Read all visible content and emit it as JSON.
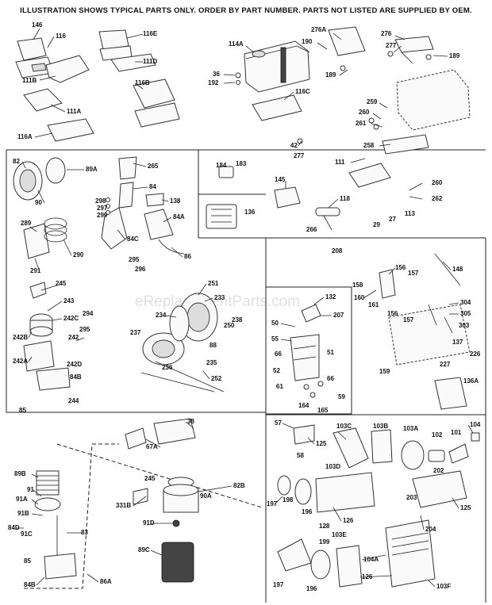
{
  "header": {
    "notice": "ILLUSTRATION SHOWS TYPICAL PARTS ONLY. ORDER BY PART NUMBER. PARTS NOT LISTED ARE SUPPLIED BY OEM."
  },
  "watermark": "eReplacementParts.com",
  "callouts": {
    "p146": "146",
    "p116": "116",
    "p116e": "116E",
    "p111d": "111D",
    "p111b": "111B",
    "p116b": "116B",
    "p111a": "111A",
    "p116a": "116A",
    "p114a": "114A",
    "p36": "36",
    "p192": "192",
    "p116c": "116C",
    "p42": "42",
    "p277a": "277",
    "p276a": "276A",
    "p190": "190",
    "p189a": "189",
    "p276": "276",
    "p277b": "277",
    "p189b": "189",
    "p259": "259",
    "p260a": "260",
    "p261": "261",
    "p258": "258",
    "p111": "111",
    "p82": "82",
    "p89a": "89A",
    "p90": "90",
    "p265": "265",
    "p84": "84",
    "p298": "298",
    "p297": "297",
    "p299": "299",
    "p138": "138",
    "p84a": "84A",
    "p289": "289",
    "p290": "290",
    "p291": "291",
    "p84c": "84C",
    "p86": "86",
    "p295": "295",
    "p296": "296",
    "p184": "184",
    "p183": "183",
    "p136": "136",
    "p145": "145",
    "p118": "118",
    "p266": "266",
    "p29": "29",
    "p27": "27",
    "p113": "113",
    "p260b": "260",
    "p262": "262",
    "p245a": "245",
    "p243": "243",
    "p242c": "242C",
    "p294": "294",
    "p295b": "295",
    "p242b": "242B",
    "p242": "242",
    "p242a": "242A",
    "p242d": "242D",
    "p84b": "84B",
    "p85a": "85",
    "p244": "244",
    "p251": "251",
    "p233": "233",
    "p234": "234",
    "p238": "238",
    "p250": "250",
    "p237": "237",
    "p88": "88",
    "p236": "236",
    "p235": "235",
    "p252": "252",
    "p132": "132",
    "p207": "207",
    "p50": "50",
    "p55": "55",
    "p66a": "66",
    "p51": "51",
    "p52": "52",
    "p66b": "66",
    "p61": "61",
    "p59": "59",
    "p164": "164",
    "p165": "165",
    "p208": "208",
    "p158": "158",
    "p156a": "156",
    "p157a": "157",
    "p148": "148",
    "p160": "160",
    "p161": "161",
    "p156b": "156",
    "p157b": "157",
    "p304": "304",
    "p305": "305",
    "p303": "303",
    "p137": "137",
    "p226": "226",
    "p227": "227",
    "p159": "159",
    "p136a": "136A",
    "p38": "38",
    "p67a": "67A",
    "p245b": "245",
    "p90a": "90A",
    "p82b": "82B",
    "p89b": "89B",
    "p91": "91",
    "p91a": "91A",
    "p91b": "91B",
    "p331b": "331B",
    "p91d": "91D",
    "p84d": "84D",
    "p91c": "91C",
    "p83": "83",
    "p89c": "89C",
    "p85b": "85",
    "p84bb": "84B",
    "p86a": "86A",
    "p57": "57",
    "p125a": "125",
    "p103c": "103C",
    "p103b": "103B",
    "p103a": "103A",
    "p102": "102",
    "p101": "101",
    "p104": "104",
    "p58": "58",
    "p103d": "103D",
    "p202": "202",
    "p197a": "197",
    "p198": "198",
    "p196a": "196",
    "p128": "128",
    "p126a": "126",
    "p203": "203",
    "p125b": "125",
    "p204": "204",
    "p199": "199",
    "p103e": "103E",
    "p197b": "197",
    "p196b": "196",
    "p104a": "104A",
    "p126b": "126",
    "p103f": "103F"
  }
}
